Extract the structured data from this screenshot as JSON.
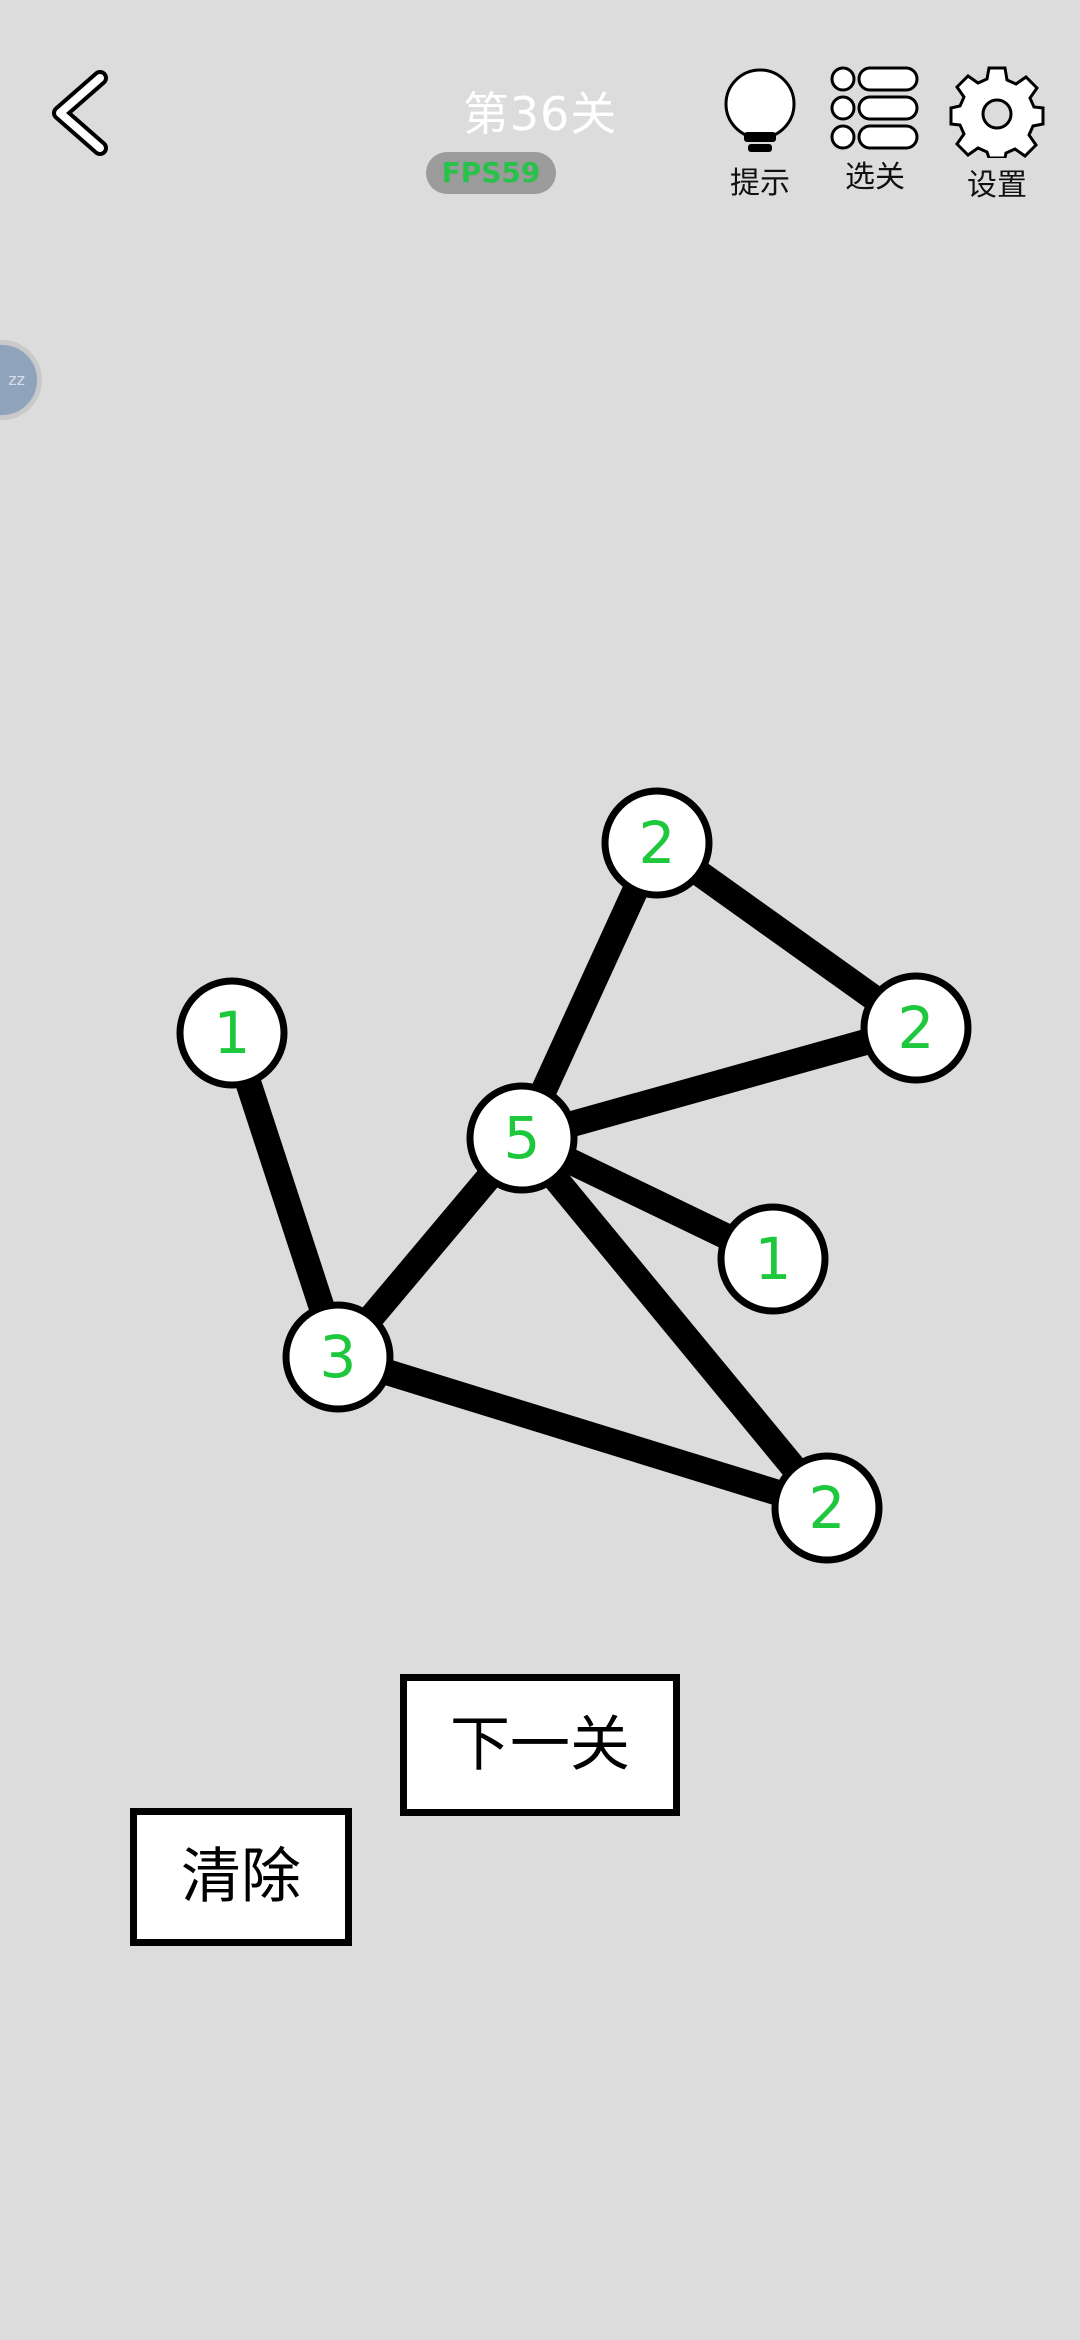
{
  "header": {
    "level_title": "第36关",
    "fps_badge": "FPS59",
    "tools": {
      "hint": {
        "label": "提示",
        "icon": "lightbulb-icon"
      },
      "levels": {
        "label": "选关",
        "icon": "list-icon"
      },
      "settings": {
        "label": "设置",
        "icon": "gear-icon"
      }
    },
    "back_icon": "chevron-left-icon"
  },
  "side_bubble": {
    "text": "zz"
  },
  "colors": {
    "background": "#dcdcdc",
    "node_number": "#1ec83c",
    "edge": "#000000",
    "node_fill": "#ffffff",
    "title": "#ffffff",
    "fps_text": "#28c24a",
    "fps_bg": "#9b9b9b"
  },
  "graph": {
    "nodes": [
      {
        "id": "a",
        "label": "1"
      },
      {
        "id": "b",
        "label": "2"
      },
      {
        "id": "c",
        "label": "2"
      },
      {
        "id": "d",
        "label": "5"
      },
      {
        "id": "e",
        "label": "1"
      },
      {
        "id": "f",
        "label": "3"
      },
      {
        "id": "g",
        "label": "2"
      }
    ],
    "edges": [
      [
        "a",
        "f"
      ],
      [
        "f",
        "d"
      ],
      [
        "f",
        "g"
      ],
      [
        "d",
        "b"
      ],
      [
        "d",
        "c"
      ],
      [
        "b",
        "c"
      ],
      [
        "d",
        "e"
      ],
      [
        "d",
        "g"
      ]
    ]
  },
  "buttons": {
    "next": "下一关",
    "clear": "清除"
  }
}
